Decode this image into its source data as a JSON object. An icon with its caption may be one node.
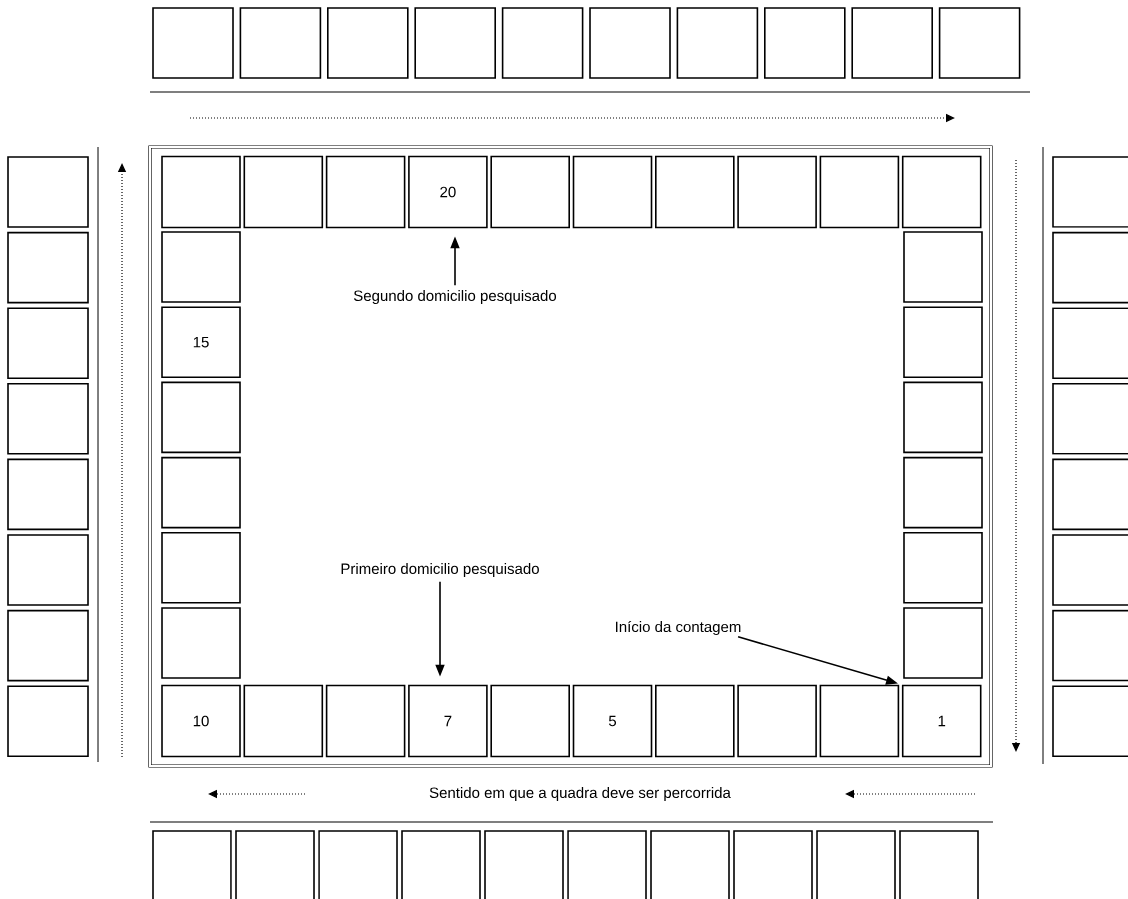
{
  "diagram": {
    "nodes": [
      {
        "text": [],
        "shape": "box"
      },
      {
        "text": [],
        "shape": "box"
      },
      {
        "text": [],
        "shape": "box"
      },
      {
        "text": [],
        "shape": "box"
      },
      {
        "text": [],
        "shape": "box"
      },
      {
        "text": [],
        "shape": "box"
      },
      {
        "text": [],
        "shape": "box"
      },
      {
        "text": [],
        "shape": "box"
      },
      {
        "text": [],
        "shape": "box"
      },
      {
        "text": [],
        "shape": "box"
      },
      {
        "text": [],
        "shape": "box"
      },
      {
        "text": [],
        "shape": "box"
      },
      {
        "text": [],
        "shape": "box"
      },
      {
        "text": [],
        "shape": "box"
      },
      {
        "text": [],
        "shape": "box"
      },
      {
        "text": [],
        "shape": "box"
      },
      {
        "text": [],
        "shape": "box"
      },
      {
        "text": [],
        "shape": "box"
      },
      {
        "text": [],
        "shape": "box"
      },
      {
        "text": [],
        "shape": "box",
        "in": 18
      },
      {
        "text": [],
        "shape": "box",
        "in": 18
      },
      {
        "text": [],
        "shape": "box",
        "in": 18
      },
      {
        "text": [
          "20"
        ],
        "in": 18
      },
      {
        "text": [],
        "shape": "box",
        "in": 18
      },
      {
        "text": [],
        "shape": "box",
        "in": 18
      },
      {
        "text": [],
        "shape": "box",
        "in": 18
      },
      {
        "text": [],
        "shape": "box",
        "in": 18
      },
      {
        "text": [],
        "shape": "box",
        "in": 18
      },
      {
        "text": [],
        "shape": "box",
        "in": 18
      },
      {
        "text": [],
        "shape": "box",
        "in": 18
      },
      {
        "text": [
          "15"
        ],
        "in": 18
      },
      {
        "text": [],
        "shape": "box",
        "in": 18
      },
      {
        "text": [],
        "shape": "box",
        "in": 18
      },
      {
        "text": [],
        "shape": "box",
        "in": 18
      },
      {
        "text": [],
        "shape": "box",
        "in": 18
      },
      {
        "text": [],
        "shape": "box",
        "in": 18
      },
      {
        "text": [],
        "shape": "box",
        "in": 18
      },
      {
        "text": [],
        "shape": "box",
        "in": 18
      },
      {
        "text": [],
        "shape": "box",
        "in": 18
      },
      {
        "text": [],
        "shape": "box",
        "in": 18
      },
      {
        "text": [],
        "shape": "box",
        "in": 18
      },
      {
        "text": [
          "10"
        ],
        "in": 18
      },
      {
        "text": [],
        "shape": "box",
        "in": 18
      },
      {
        "text": [],
        "shape": "box",
        "in": 18
      },
      {
        "text": [
          "7"
        ],
        "in": 18
      },
      {
        "text": [],
        "shape": "box",
        "in": 18
      },
      {
        "text": [
          "5"
        ],
        "in": 18
      },
      {
        "text": [],
        "shape": "box",
        "in": 18
      },
      {
        "text": [],
        "shape": "box",
        "in": 18
      },
      {
        "text": [],
        "shape": "box",
        "in": 18
      },
      {
        "text": [
          "1"
        ],
        "in": 18
      },
      {
        "text": [
          "Segundo domicilio pesquisado"
        ],
        "in": 18
      },
      {
        "text": [
          "Primeiro domicilio pesquisado"
        ],
        "in": 18
      },
      {
        "text": [
          "Início da contagem"
        ],
        "in": 18
      },
      {
        "text": [],
        "shape": "box"
      },
      {
        "text": [],
        "shape": "box"
      },
      {
        "text": [],
        "shape": "box"
      },
      {
        "text": [],
        "shape": "box"
      },
      {
        "text": [],
        "shape": "box"
      },
      {
        "text": [],
        "shape": "box"
      },
      {
        "text": [],
        "shape": "box"
      },
      {
        "text": [],
        "shape": "box"
      },
      {
        "text": [],
        "shape": "box"
      },
      {
        "text": [],
        "shape": "box"
      },
      {
        "text": [],
        "shape": "box"
      },
      {
        "text": [],
        "shape": "box"
      },
      {
        "text": [],
        "shape": "box"
      },
      {
        "text": [],
        "shape": "box"
      },
      {
        "text": [],
        "shape": "box"
      },
      {
        "text": [],
        "shape": "box"
      },
      {
        "text": [],
        "shape": "box"
      },
      {
        "text": [],
        "shape": "box"
      }
    ],
    "edges": [
      {
        "from": 51,
        "to": 22,
        "arrow": "to"
      },
      {
        "from": 52,
        "to": 44,
        "arrow": "to"
      },
      {
        "from": 53,
        "to": 50,
        "arrow": "to"
      }
    ],
    "labels": [
      "Sentido em que a quadra deve ser percorrida"
    ]
  }
}
